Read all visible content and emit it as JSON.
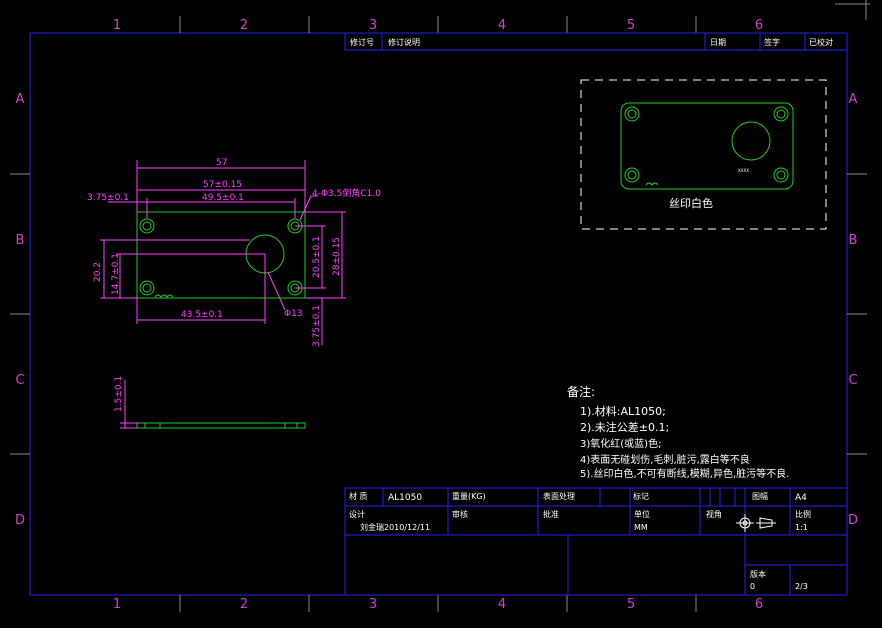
{
  "colors": {
    "background": "#000000",
    "frame": "#2222ee",
    "tick_labels": "#cc44cc",
    "dimension": "#ff40ff",
    "part_outline": "#22cc22",
    "text": "#ffffff",
    "dashed_box": "#ffffff"
  },
  "grid": {
    "columns": [
      "1",
      "2",
      "3",
      "4",
      "5",
      "6"
    ],
    "rows": [
      "A",
      "B",
      "C",
      "D"
    ]
  },
  "revision_header": {
    "rev_no": "修订号",
    "rev_desc": "修订说明",
    "date": "日期",
    "signature": "签字",
    "approved": "已校对"
  },
  "dimensions": {
    "d57": "57",
    "d57tol": "57±0.15",
    "d49_5": "49.5±0.1",
    "d3_75a": "3.75±0.1",
    "holes": "4-Φ3.5倒角C1.0",
    "d20_2": "20.2",
    "d14_7": "14.7±0.1",
    "d20_5": "20.5±0.1",
    "d28": "28±0.15",
    "d43_5": "43.5±0.1",
    "d13": "Φ13",
    "d3_75b": "3.75±0.1",
    "d1_5": "1.5±0.1"
  },
  "silkscreen": {
    "label": "丝印白色",
    "tiny_mark": "XXXX"
  },
  "notes": {
    "title": "备注:",
    "items": [
      "1).材料:AL1050;",
      "2).未注公差±0.1;",
      "3)氧化红(或蓝)色;",
      "4)表面无碰划伤,毛刺,脏污,露白等不良",
      "5).丝印白色,不可有断线,模糊,异色,脏污等不良."
    ]
  },
  "title_block": {
    "material_label": "材 质",
    "material_value": "AL1050",
    "weight_label": "重量(KG)",
    "surface_label": "表面处理",
    "sheet_label": "标记",
    "size_label": "图幅",
    "size_value": "A4",
    "design_label": "设计",
    "designer_date": "刘金瑞2010/12/11",
    "review_label": "审核",
    "approve_label": "批准",
    "unit_label": "单位",
    "unit_value": "MM",
    "view_label": "视角",
    "scale_label": "比例",
    "scale_value": "1:1",
    "version_label": "版本",
    "version_value": "0",
    "page_value": "2/3"
  }
}
